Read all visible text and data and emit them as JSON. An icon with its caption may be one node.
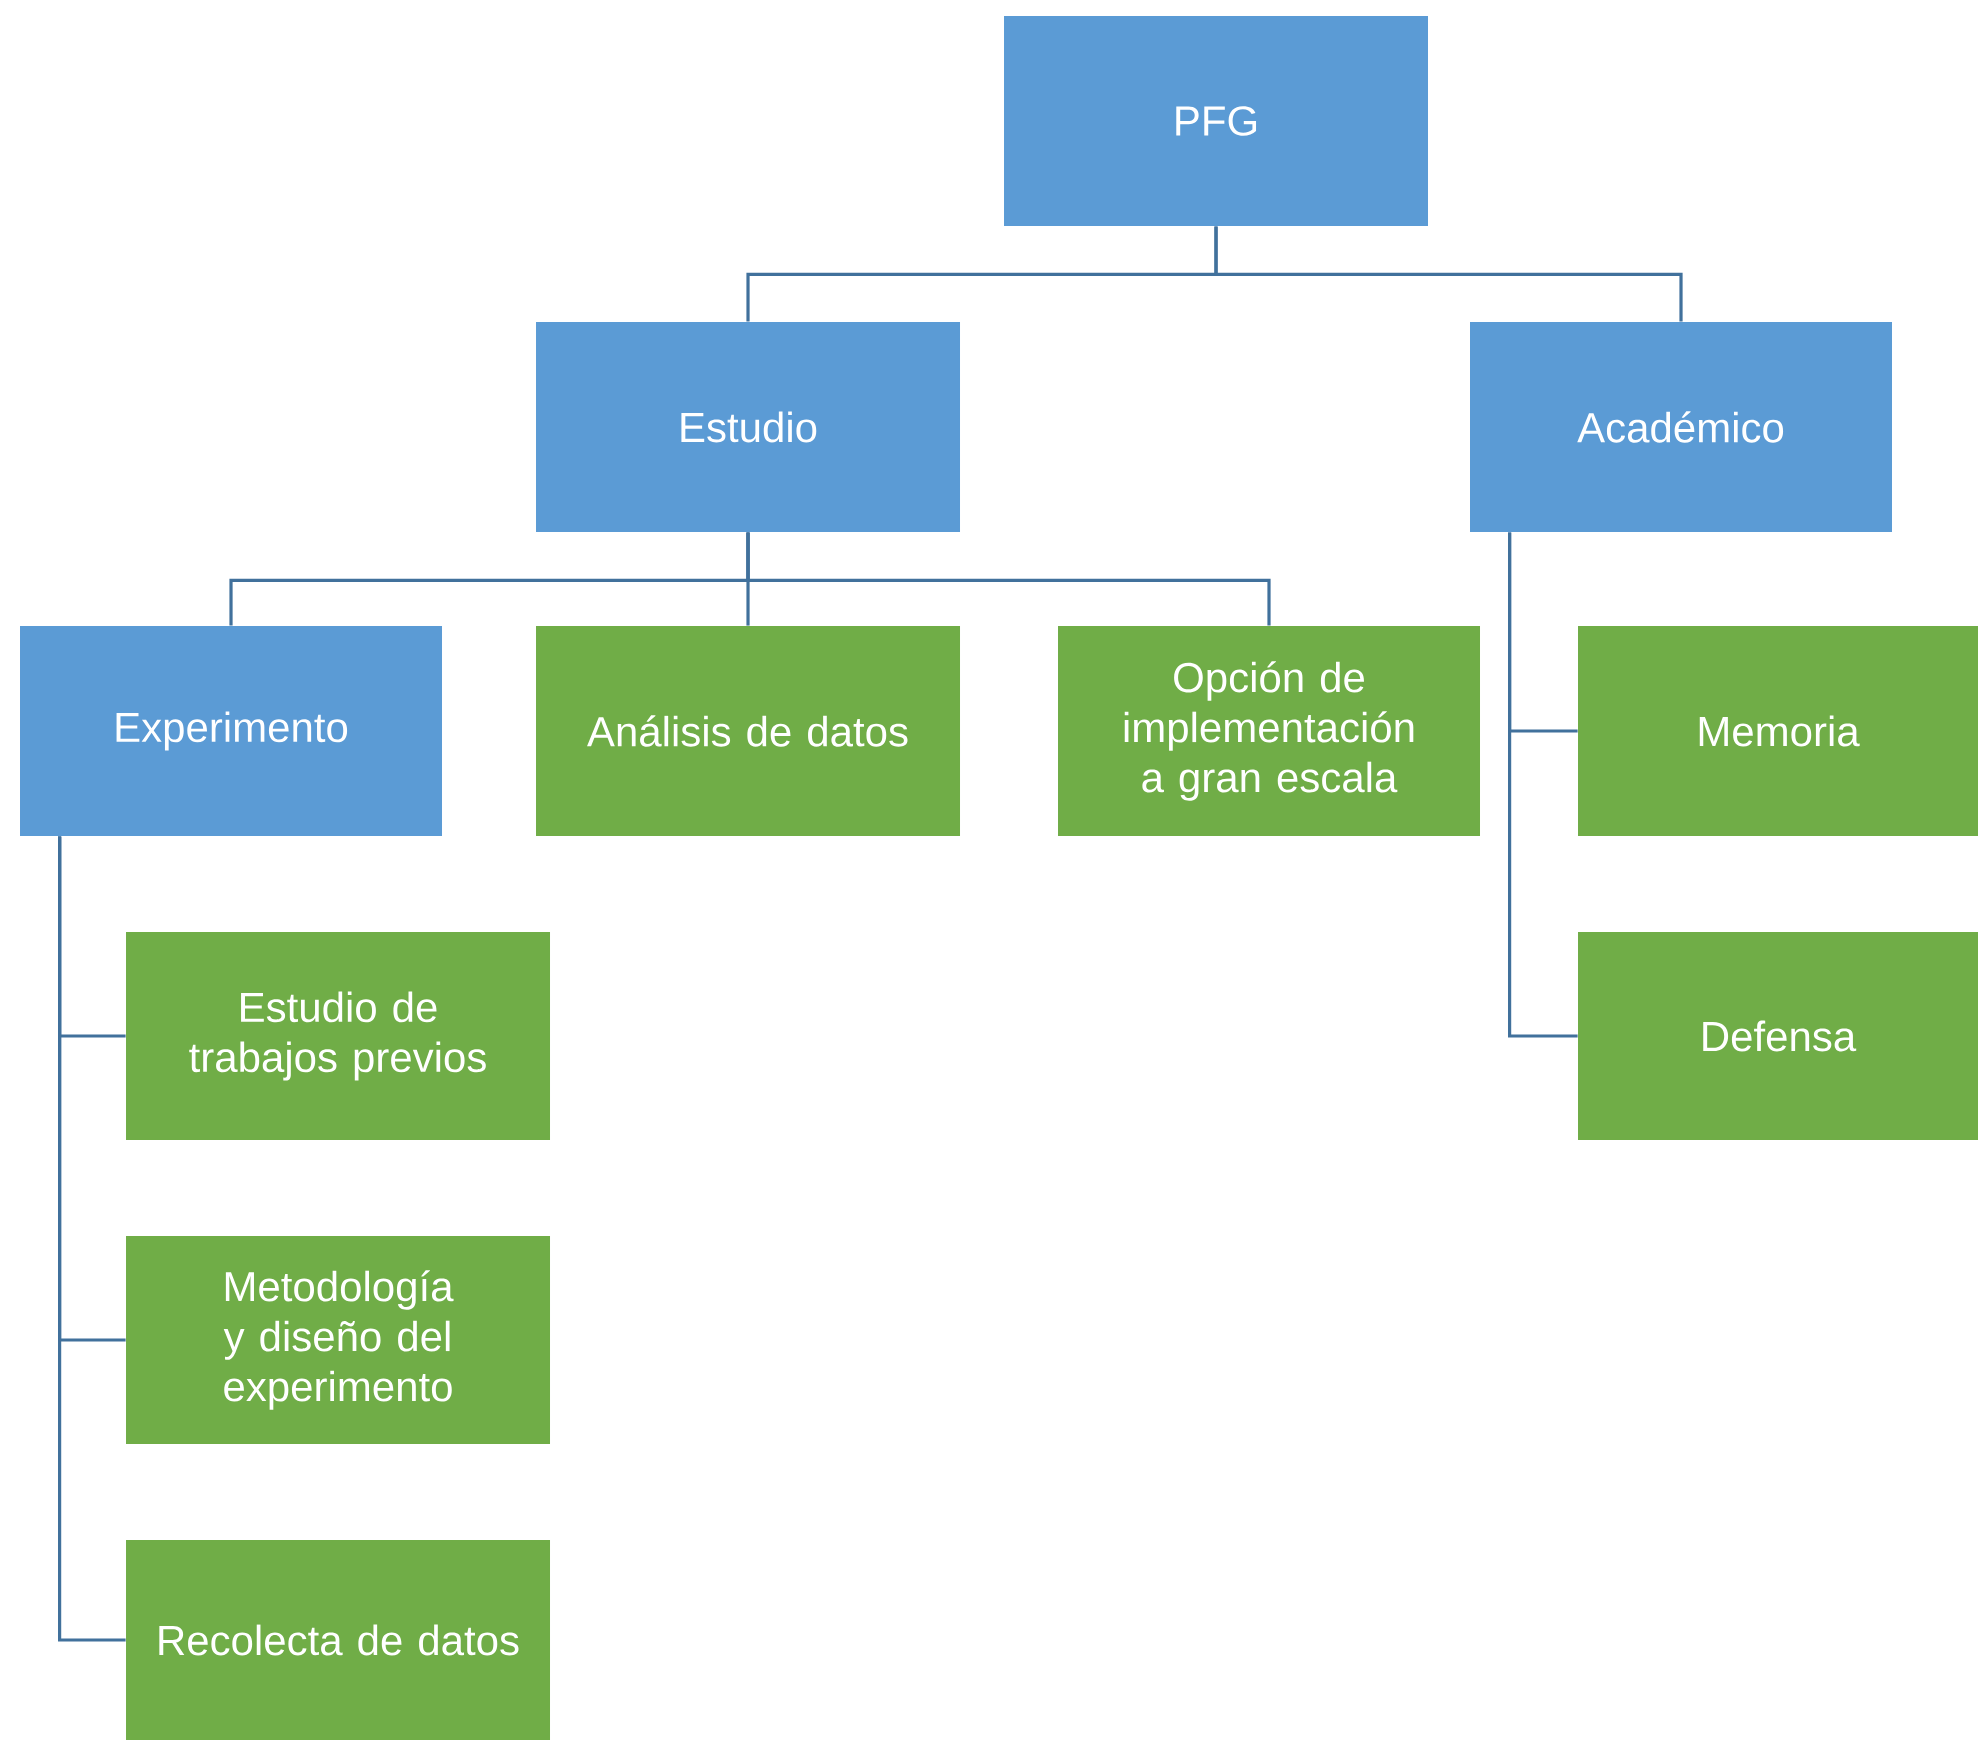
{
  "diagram": {
    "nodes": [
      {
        "text": [
          "PFG"
        ]
      },
      {
        "text": [
          "Estudio"
        ]
      },
      {
        "text": [
          "Académico"
        ]
      },
      {
        "text": [
          "Experimento"
        ]
      },
      {
        "text": [
          "Análisis de datos"
        ]
      },
      {
        "text": [
          "Opción de implementación a gran escala"
        ]
      },
      {
        "text": [
          "Memoria"
        ]
      },
      {
        "text": [
          "Defensa"
        ]
      },
      {
        "text": [
          "Estudio de trabajos previos"
        ]
      },
      {
        "text": [
          "Metodología y diseño del experimento"
        ]
      },
      {
        "text": [
          "Recolecta de datos"
        ]
      }
    ],
    "edges": [
      {
        "from": 0,
        "to": 1,
        "arrow": "none"
      },
      {
        "from": 0,
        "to": 2,
        "arrow": "none"
      },
      {
        "from": 1,
        "to": 3,
        "arrow": "none"
      },
      {
        "from": 1,
        "to": 4,
        "arrow": "none"
      },
      {
        "from": 1,
        "to": 5,
        "arrow": "none"
      },
      {
        "from": 2,
        "to": 6,
        "arrow": "none"
      },
      {
        "from": 2,
        "to": 7,
        "arrow": "none"
      },
      {
        "from": 3,
        "to": 8,
        "arrow": "none"
      },
      {
        "from": 3,
        "to": 9,
        "arrow": "none"
      },
      {
        "from": 3,
        "to": 10,
        "arrow": "none"
      }
    ]
  }
}
